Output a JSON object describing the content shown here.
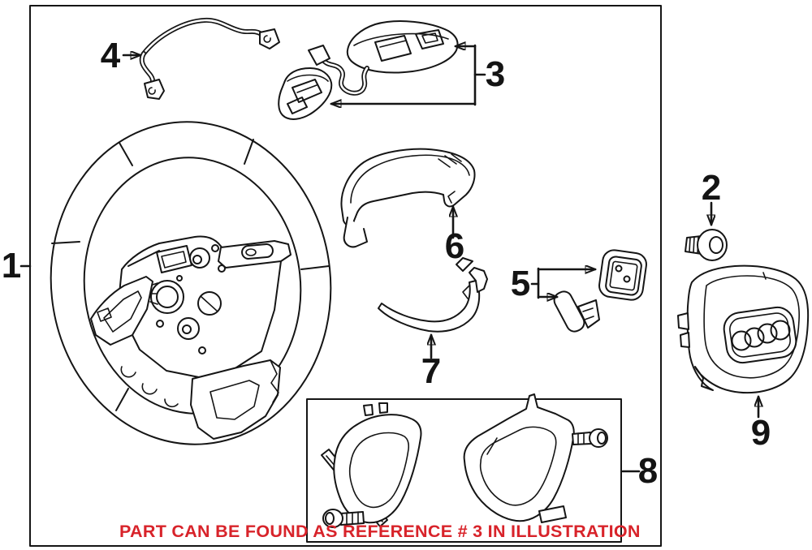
{
  "caption": {
    "text": "PART CAN BE FOUND AS REFERENCE # 3 IN ILLUSTRATION"
  },
  "callouts": [
    {
      "label": "1"
    },
    {
      "label": "2"
    },
    {
      "label": "3"
    },
    {
      "label": "4"
    },
    {
      "label": "5"
    },
    {
      "label": "6"
    },
    {
      "label": "7"
    },
    {
      "label": "8"
    },
    {
      "label": "9"
    }
  ],
  "colors": {
    "line": "#151515",
    "background": "#ffffff",
    "caption_red": "#d8232a"
  }
}
